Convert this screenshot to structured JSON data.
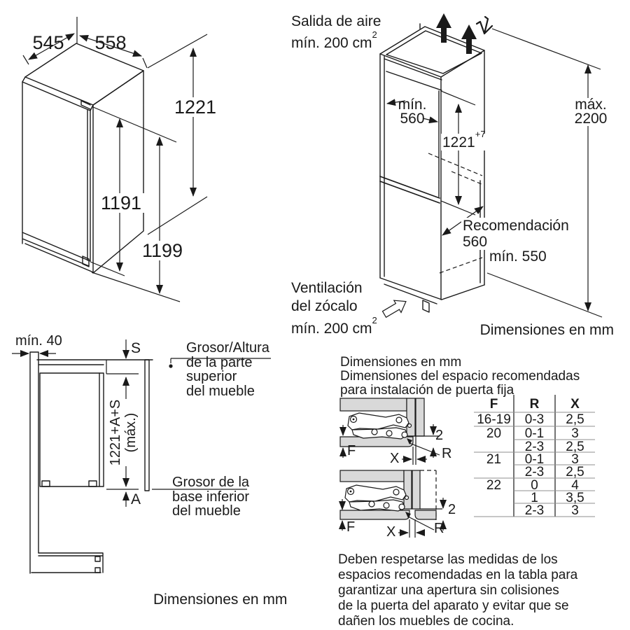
{
  "colors": {
    "line": "#1a1a1a",
    "panel_fill": "#d9d9d9",
    "background": "#ffffff"
  },
  "icons": {
    "air_exit": "arrow-up-icon",
    "air_flow": "air-flow-icon",
    "plinth_air": "block-arrow-icon"
  },
  "appliance_view": {
    "depth": "545",
    "width": "558",
    "height_total": "1221",
    "door_height": "1191",
    "height_back": "1199"
  },
  "niche_view": {
    "air_outlet": {
      "line1": "Salida de aire",
      "line2": "mín. 200 cm",
      "sup": "2"
    },
    "niche_width_label1": "mín.",
    "niche_width_label2": "560",
    "niche_height": "1221",
    "niche_height_tolerance": "+7",
    "max_height_label1": "máx.",
    "max_height_label2": "2200",
    "depth_recommendation_label": "Recomendación",
    "depth_recommendation_value": "560",
    "depth_min": "mín. 550",
    "plinth_vent": {
      "line1": "Ventilación",
      "line2": "del zócalo",
      "line3": "mín. 200 cm",
      "sup": "2"
    },
    "units": "Dimensiones en mm"
  },
  "section_view": {
    "wall_min": "mín. 40",
    "top_thickness_label": "S",
    "top_note_lines": [
      "Grosor/Altura",
      "de la parte",
      "superior",
      "del mueble"
    ],
    "stack_dim_line1": "1221+A+S",
    "stack_dim_line2": "(máx.)",
    "bottom_note_lines": [
      "Grosor de la",
      "base inferior",
      "del mueble"
    ],
    "base_thickness_label": "A",
    "units": "Dimensiones en mm"
  },
  "door_table": {
    "title_lines": [
      "Dimensiones en mm",
      "Dimensiones del espacio recomendadas",
      "para instalación de puerta fija"
    ],
    "columns": [
      "F",
      "R",
      "X"
    ],
    "rows": [
      {
        "f": "16-19",
        "r": "0-3",
        "x": "2,5"
      },
      {
        "f": "20",
        "r": "0-1",
        "x": "3"
      },
      {
        "f": "",
        "r": "2-3",
        "x": "2,5"
      },
      {
        "f": "21",
        "r": "0-1",
        "x": "3"
      },
      {
        "f": "",
        "r": "2-3",
        "x": "2,5"
      },
      {
        "f": "22",
        "r": "0",
        "x": "4"
      },
      {
        "f": "",
        "r": "1",
        "x": "3,5"
      },
      {
        "f": "",
        "r": "2-3",
        "x": "3"
      }
    ],
    "hinge_labels": {
      "gap": "2",
      "door_thickness": "F",
      "side_gap": "X",
      "radius": "R"
    },
    "note_lines": [
      "Deben respetarse las medidas de los",
      "espacios recomendadas en la tabla para",
      "garantizar una apertura sin colisiones",
      "de la puerta del aparato y evitar que se",
      "dañen los muebles de cocina."
    ]
  }
}
